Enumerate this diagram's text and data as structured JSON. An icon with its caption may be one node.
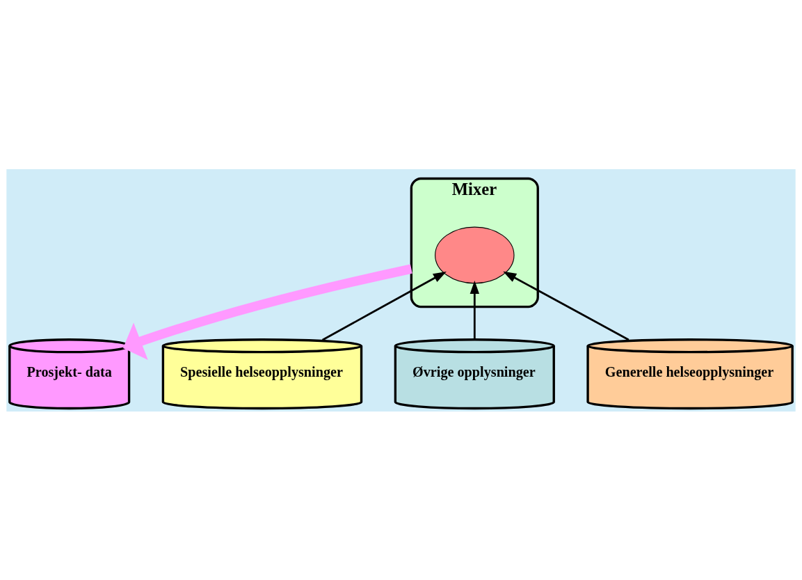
{
  "diagram": {
    "nodes": [
      {
        "text": [
          "Mixer"
        ]
      },
      {
        "text": [],
        "shape": "circle",
        "in": 0
      },
      {
        "text": [
          "Prosjekt- data"
        ]
      },
      {
        "text": [
          "Spesielle helseopplysninger"
        ]
      },
      {
        "text": [
          "Øvrige opplysninger"
        ]
      },
      {
        "text": [
          "Generelle helseopplysninger"
        ]
      }
    ],
    "edges": [
      {
        "from": 0,
        "to": 2,
        "arrow": "to",
        "style": "thick",
        "color": "#ff99ff"
      },
      {
        "from": 3,
        "to": 1,
        "arrow": "to"
      },
      {
        "from": 4,
        "to": 1,
        "arrow": "to"
      },
      {
        "from": 5,
        "to": 1,
        "arrow": "to"
      }
    ]
  }
}
